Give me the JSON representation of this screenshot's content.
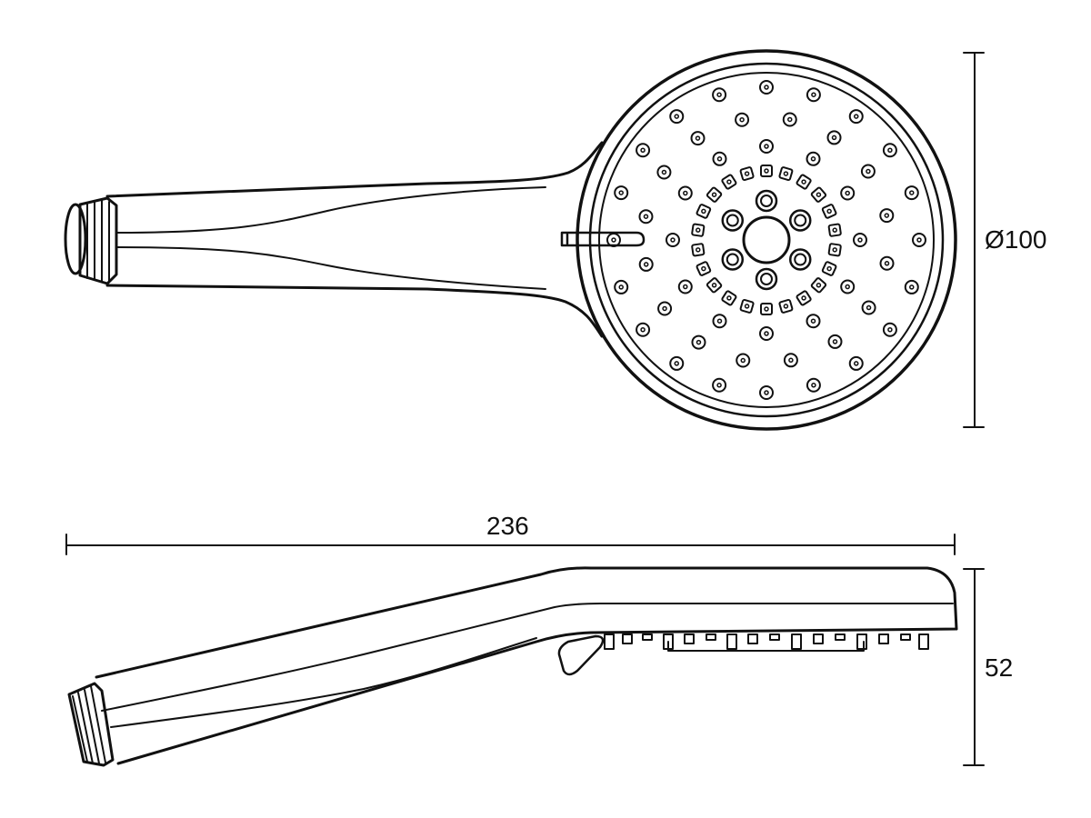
{
  "dimensions": {
    "diameter_label": "Ø100",
    "length_label": "236",
    "height_label": "52"
  },
  "colors": {
    "line": "#111111",
    "background": "#ffffff"
  }
}
